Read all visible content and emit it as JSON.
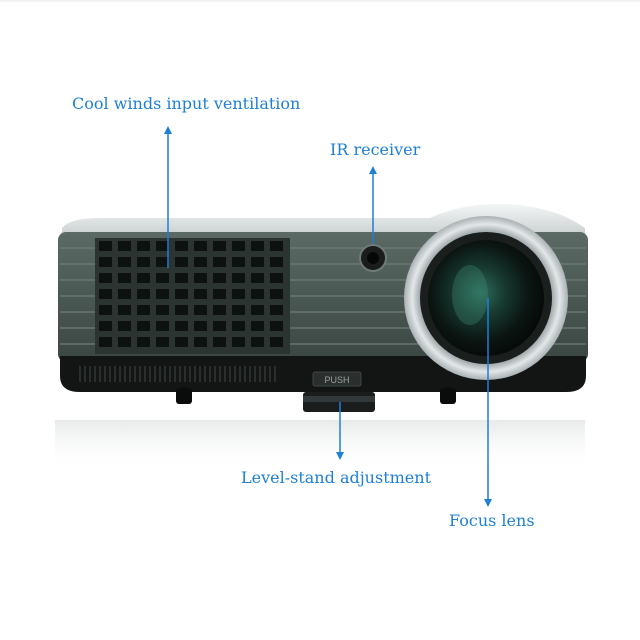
{
  "labels": {
    "ventilation": "Cool winds input ventilation",
    "ir_receiver": "IR receiver",
    "level_stand": "Level-stand adjustment",
    "focus_lens": "Focus lens",
    "push_button": "PUSH"
  },
  "colors": {
    "accent": "#1e7fd6",
    "body_green": "#4c5a55",
    "body_dark": "#1a1e1d",
    "lens_ring": "#b9c0c3"
  }
}
